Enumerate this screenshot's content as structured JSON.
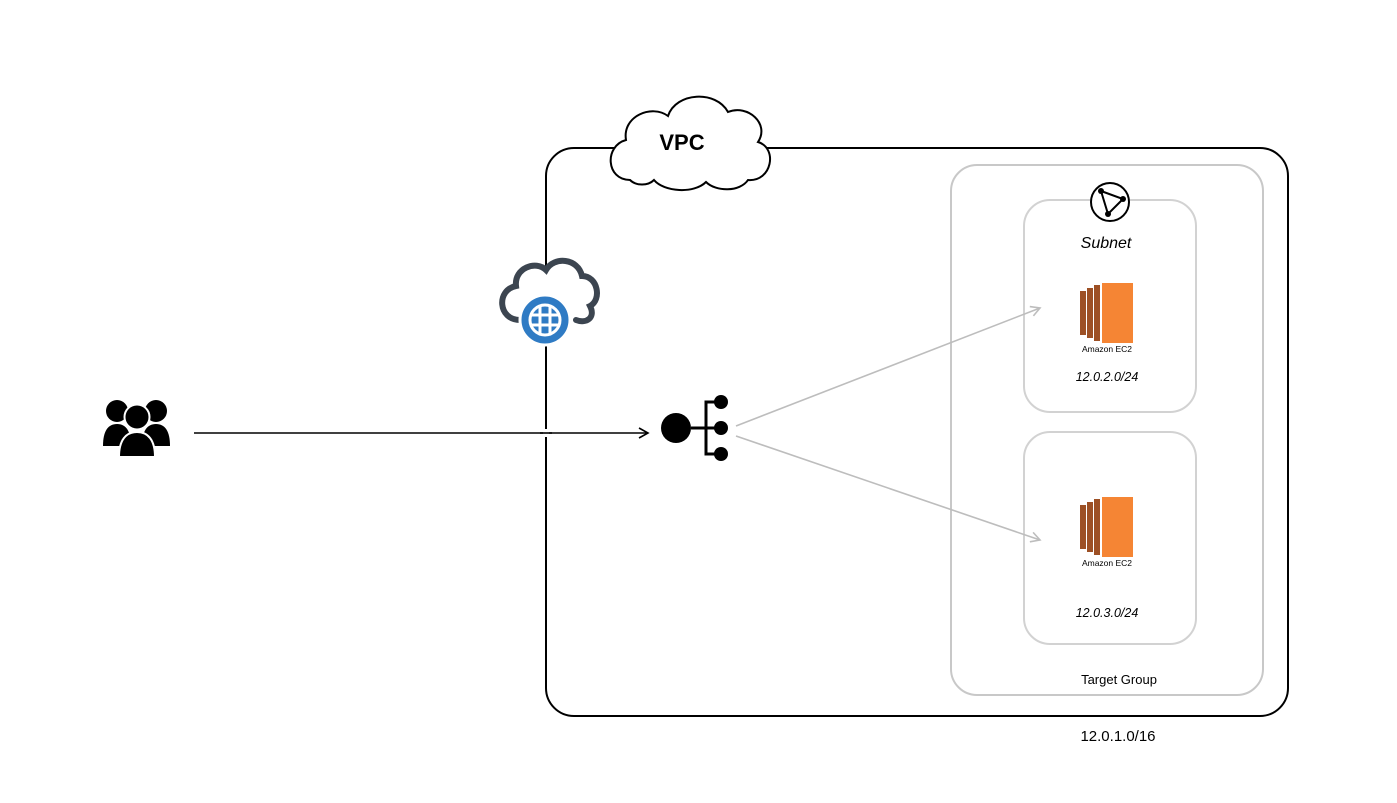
{
  "vpc": {
    "label": "VPC",
    "cidr": "12.0.1.0/16"
  },
  "subnet": {
    "label": "Subnet",
    "icon": "subnet-network-icon"
  },
  "target_group": {
    "label": "Target Group"
  },
  "instances": [
    {
      "service_label": "Amazon EC2",
      "cidr": "12.0.2.0/24"
    },
    {
      "service_label": "Amazon EC2",
      "cidr": "12.0.3.0/24"
    }
  ],
  "icons": {
    "users": "users-group-icon",
    "internet_gateway": "cloud-globe-icon",
    "load_balancer": "load-balancer-icon",
    "ec2": "amazon-ec2-icon"
  },
  "colors": {
    "line": "#000000",
    "container_border": "#c8c8c8",
    "ec2_orange": "#f58534",
    "ec2_dark": "#9d5025",
    "gateway_blue": "#2f7bc4",
    "gateway_cloud": "#3c4550"
  }
}
